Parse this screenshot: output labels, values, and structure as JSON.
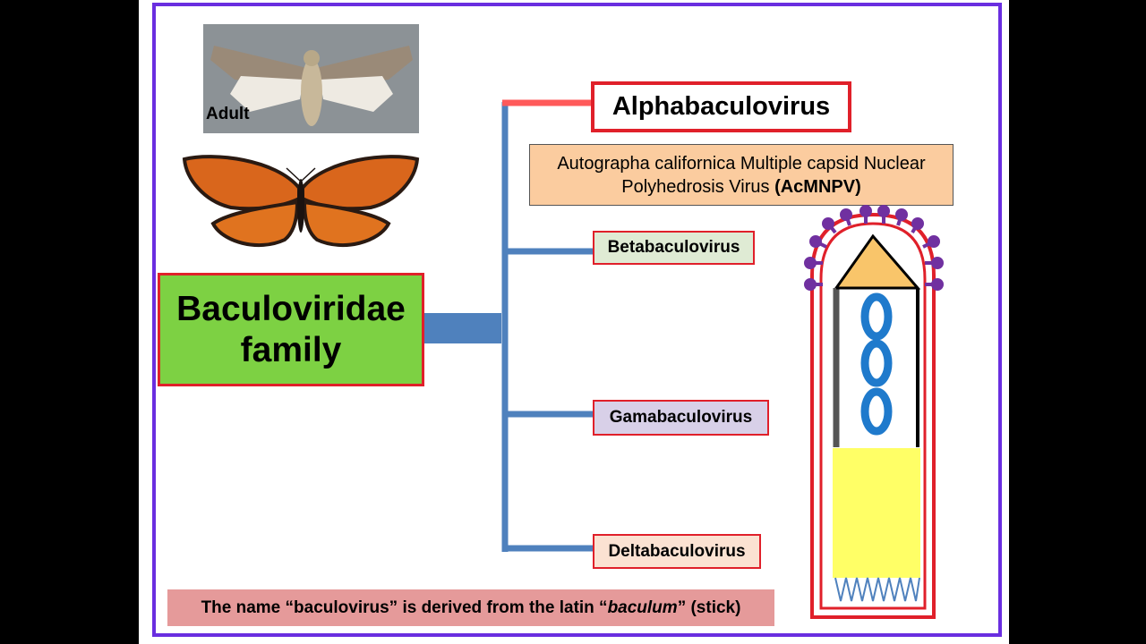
{
  "slide": {
    "moth_label": "Adult",
    "family": {
      "line1": "Baculoviridae",
      "line2": "family"
    },
    "genera": {
      "alpha": "Alphabaculovirus",
      "beta": "Betabaculovirus",
      "gama": "Gamabaculovirus",
      "delta": "Deltabaculovirus"
    },
    "alpha_example": {
      "line1": "Autographa californica Multiple capsid Nuclear",
      "line2_prefix": "Polyhedrosis Virus ",
      "line2_bold": "(AcMNPV)"
    },
    "footer": {
      "part1": "The name “baculovirus” is derived from the latin “",
      "italic": "baculum",
      "part2": "” (stick)"
    }
  },
  "colors": {
    "frame": "#6a2ee0",
    "family_fill": "#7dd143",
    "box_border": "#e0202a",
    "connector_blue": "#4f81bd",
    "alpha_connector": "#ff5a5a",
    "ac_fill": "#fbcc9f",
    "beta_fill": "#dfebd4",
    "gama_fill": "#d8d0e8",
    "delta_fill": "#fbe2d2",
    "footer_fill": "#e59a9a",
    "spikes": "#7030a0",
    "capsid_cap": "#f9c56a",
    "genome": "#1f7acc",
    "tail_fill": "#ffff66"
  }
}
